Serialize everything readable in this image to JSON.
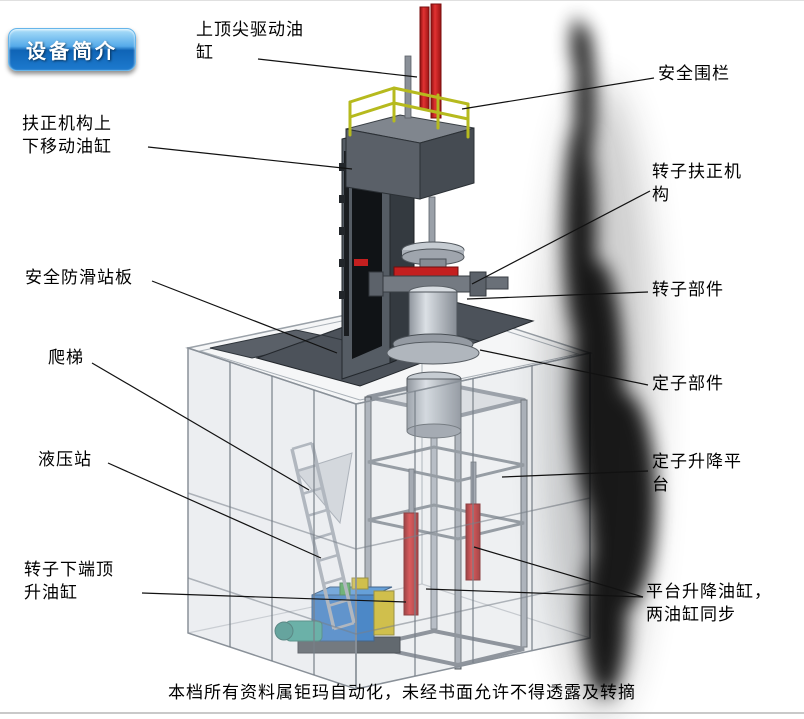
{
  "page": {
    "badge": "设备简介",
    "footer": "本档所有资料属钜玛自动化，未经书面允许不得透露及转摘"
  },
  "callouts": [
    {
      "id": "top-drive-cylinder",
      "text": "上顶尖驱动油\n缸"
    },
    {
      "id": "safety-fence",
      "text": "安全围栏"
    },
    {
      "id": "centering-lift-cylinder",
      "text": "扶正机构上\n下移动油缸"
    },
    {
      "id": "rotor-centering-mechanism",
      "text": "转子扶正机\n构"
    },
    {
      "id": "antislip-platform",
      "text": "安全防滑站板"
    },
    {
      "id": "rotor-component",
      "text": "转子部件"
    },
    {
      "id": "ladder",
      "text": "爬梯"
    },
    {
      "id": "stator-component",
      "text": "定子部件"
    },
    {
      "id": "hydraulic-station",
      "text": "液压站"
    },
    {
      "id": "stator-lift-platform",
      "text": "定子升降平\n台"
    },
    {
      "id": "rotor-bottom-jack-cylinder",
      "text": "转子下端顶\n升油缸"
    },
    {
      "id": "platform-lift-cylinders",
      "text": "平台升降油缸，\n两油缸同步"
    }
  ],
  "colors": {
    "cylinder_red": "#c41f1f",
    "railing_yellow": "#b6ba1e",
    "hydraulic_blue": "#1f6fc4",
    "badge_blue": "#1d7ace",
    "steel_gray": "#8a9098"
  }
}
